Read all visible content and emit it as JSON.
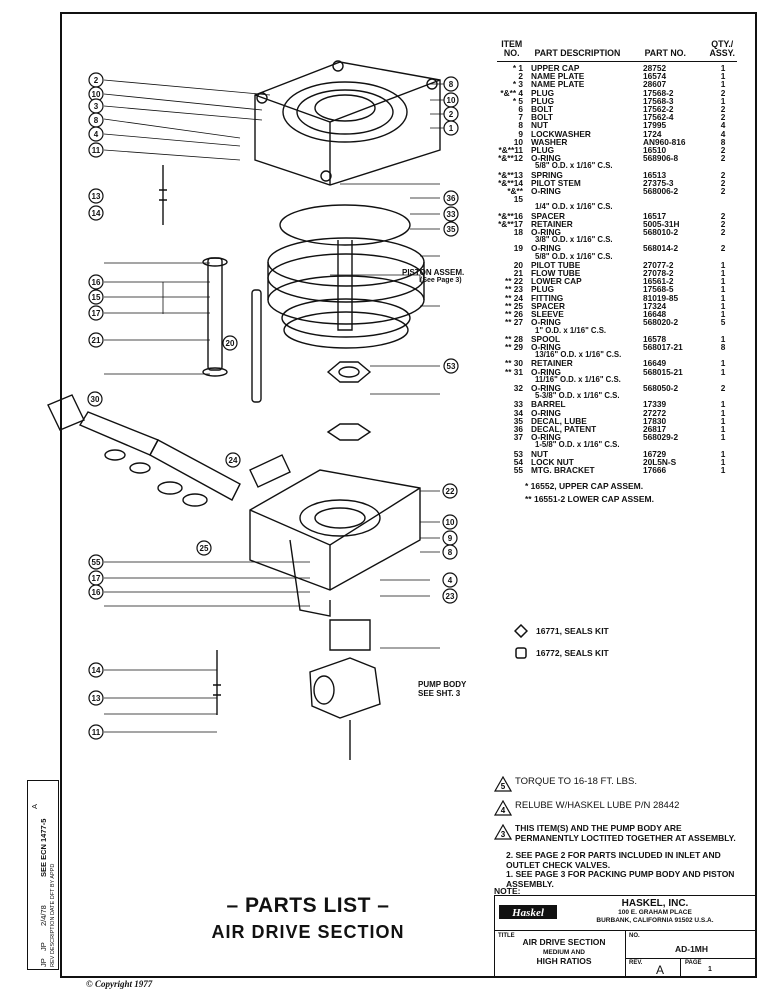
{
  "header": {
    "item": "ITEM NO.",
    "description": "PART DESCRIPTION",
    "part_no": "PART NO.",
    "qty": "QTY./ ASSY."
  },
  "parts": [
    {
      "item": "* 1",
      "desc": "UPPER CAP",
      "part": "28752",
      "qty": "1"
    },
    {
      "item": "2",
      "desc": "NAME PLATE",
      "part": "16574",
      "qty": "1"
    },
    {
      "item": "* 3",
      "desc": "NAME PLATE",
      "part": "28607",
      "qty": "1"
    },
    {
      "item": "*&** 4",
      "desc": "PLUG",
      "part": "17568-2",
      "qty": "2"
    },
    {
      "item": "* 5",
      "desc": "PLUG",
      "part": "17568-3",
      "qty": "1"
    },
    {
      "item": "6",
      "desc": "BOLT",
      "part": "17562-2",
      "qty": "2"
    },
    {
      "item": "7",
      "desc": "BOLT",
      "part": "17562-4",
      "qty": "2"
    },
    {
      "item": "8",
      "desc": "NUT",
      "part": "17995",
      "qty": "4"
    },
    {
      "item": "9",
      "desc": "LOCKWASHER",
      "part": "1724",
      "qty": "4"
    },
    {
      "item": "10",
      "desc": "WASHER",
      "part": "AN960-816",
      "qty": "8"
    },
    {
      "item": "*&**11",
      "desc": "PLUG",
      "part": "16510",
      "qty": "2"
    },
    {
      "item": "*&**12",
      "desc": "O-RING",
      "part": "568906-8",
      "qty": "2",
      "sub": "5/8\" O.D. x 1/16\" C.S."
    },
    {
      "item": "*&**13",
      "desc": "SPRING",
      "part": "16513",
      "qty": "2"
    },
    {
      "item": "*&**14",
      "desc": "PILOT STEM",
      "part": "27375-3",
      "qty": "2"
    },
    {
      "item": "*&** 15",
      "desc": "O-RING",
      "part": "568006-2",
      "qty": "2",
      "sub": "1/4\" O.D. x 1/16\" C.S."
    },
    {
      "item": "*&**16",
      "desc": "SPACER",
      "part": "16517",
      "qty": "2"
    },
    {
      "item": "*&**17",
      "desc": "RETAINER",
      "part": "5005-31H",
      "qty": "2"
    },
    {
      "item": "18",
      "desc": "O-RING",
      "part": "568010-2",
      "qty": "2",
      "sub": "3/8\" O.D. x 1/16\" C.S."
    },
    {
      "item": "19",
      "desc": "O-RING",
      "part": "568014-2",
      "qty": "2",
      "sub": "5/8\" O.D. x 1/16\" C.S."
    },
    {
      "item": "20",
      "desc": "PILOT TUBE",
      "part": "27077-2",
      "qty": "1"
    },
    {
      "item": "21",
      "desc": "FLOW TUBE",
      "part": "27078-2",
      "qty": "1"
    },
    {
      "item": "** 22",
      "desc": "LOWER CAP",
      "part": "16561-2",
      "qty": "1"
    },
    {
      "item": "** 23",
      "desc": "PLUG",
      "part": "17568-5",
      "qty": "1"
    },
    {
      "item": "** 24",
      "desc": "FITTING",
      "part": "81019-85",
      "qty": "1"
    },
    {
      "item": "** 25",
      "desc": "SPACER",
      "part": "17324",
      "qty": "1"
    },
    {
      "item": "** 26",
      "desc": "SLEEVE",
      "part": "16648",
      "qty": "1"
    },
    {
      "item": "** 27",
      "desc": "O-RING",
      "part": "568020-2",
      "qty": "5",
      "sub": "1\" O.D. x 1/16\" C.S."
    },
    {
      "item": "** 28",
      "desc": "SPOOL",
      "part": "16578",
      "qty": "1"
    },
    {
      "item": "** 29",
      "desc": "O-RING",
      "part": "568017-21",
      "qty": "8",
      "sub": "13/16\" O.D. x 1/16\" C.S."
    },
    {
      "item": "** 30",
      "desc": "RETAINER",
      "part": "16649",
      "qty": "1"
    },
    {
      "item": "** 31",
      "desc": "O-RING",
      "part": "568015-21",
      "qty": "1",
      "sub": "11/16\" O.D. x 1/16\" C.S."
    },
    {
      "item": "32",
      "desc": "O-RING",
      "part": "568050-2",
      "qty": "2",
      "sub": "5-3/8\" O.D. x 1/16\" C.S."
    },
    {
      "item": "33",
      "desc": "BARREL",
      "part": "17339",
      "qty": "1"
    },
    {
      "item": "34",
      "desc": "O-RING",
      "part": "27272",
      "qty": "1"
    },
    {
      "item": "35",
      "desc": "DECAL, LUBE",
      "part": "17830",
      "qty": "1"
    },
    {
      "item": "36",
      "desc": "DECAL, PATENT",
      "part": "26817",
      "qty": "1"
    },
    {
      "item": "37",
      "desc": "O-RING",
      "part": "568029-2",
      "qty": "1",
      "sub": "1-5/8\" O.D. x 1/16\" C.S."
    },
    {
      "item": "53",
      "desc": "NUT",
      "part": "16729",
      "qty": "1"
    },
    {
      "item": "54",
      "desc": "LOCK NUT",
      "part": "20L5N-S",
      "qty": "1"
    },
    {
      "item": "55",
      "desc": "MTG. BRACKET",
      "part": "17666",
      "qty": "1"
    }
  ],
  "footnotes": [
    "*   16552, UPPER CAP ASSEM.",
    "**  16551-2 LOWER CAP ASSEM."
  ],
  "kits": [
    {
      "label": "16771, SEALS KIT",
      "icon": "diamond-icon"
    },
    {
      "label": "16772, SEALS KIT",
      "icon": "square-icon"
    }
  ],
  "diagram_labels": {
    "piston_assem": "PISTON ASSEM.",
    "piston_assem_sub": "(See Page 3)",
    "pump_body": "PUMP BODY",
    "pump_body_sub": "SEE SHT. 3"
  },
  "notes": {
    "n5": "TORQUE TO 16-18 FT. LBS.",
    "n4": "RELUBE W/HASKEL LUBE P/N 28442",
    "n3": "THIS ITEM(S) AND THE PUMP BODY ARE PERMANENTLY LOCTITED TOGETHER AT ASSEMBLY.",
    "n2": "2. SEE PAGE 2 FOR PARTS INCLUDED IN INLET AND OUTLET CHECK VALVES.",
    "n1": "1. SEE PAGE 3 FOR PACKING PUMP BODY AND PISTON ASSEMBLY.",
    "heading": "NOTE:"
  },
  "title": {
    "line1": "– PARTS LIST –",
    "line2": "AIR DRIVE SECTION"
  },
  "title_block": {
    "company": "HASKEL, INC.",
    "address1": "100 E. GRAHAM PLACE",
    "address2": "BURBANK, CALIFORNIA 91502   U.S.A.",
    "logo": "Haskel",
    "title_label": "TITLE",
    "title_l1": "AIR DRIVE SECTION",
    "title_l2": "MEDIUM AND",
    "title_l3": "HIGH RATIOS",
    "no_label": "NO.",
    "no_value": "AD-1MH",
    "rev_label": "REV.",
    "rev_value": "A",
    "page_label": "PAGE",
    "page_value": "1"
  },
  "revision": {
    "rev_letter": "A",
    "desc": "SEE ECN 1477-5",
    "date": "2/4/78",
    "by": "JP",
    "appd": "JP",
    "headers": "REV  DESCRIPTION  DATE  DFT BY  APPD"
  },
  "copyright": "© Copyright 1977"
}
